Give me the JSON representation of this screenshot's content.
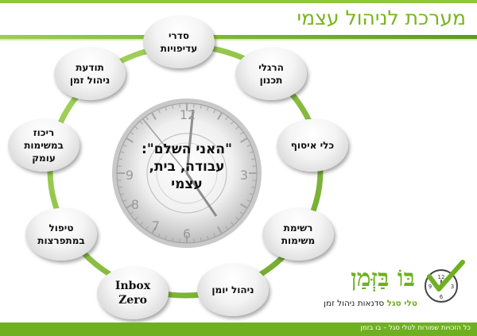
{
  "title": "מערכת לניהול עצמי",
  "center": {
    "text": "\"האני השלם\":\nעבודה, בית,\nעצמי",
    "clock_numerals": [
      "12",
      "3",
      "6",
      "9",
      "8",
      "7"
    ]
  },
  "nodes": [
    {
      "id": "n1",
      "label": "סדרי\nעדיפויות"
    },
    {
      "id": "n2",
      "label": "הרגלי\nתכנון"
    },
    {
      "id": "n3",
      "label": "כלי איסוף"
    },
    {
      "id": "n4",
      "label": "רשימת\nמשימות"
    },
    {
      "id": "n5",
      "label": "ניהול יומן"
    },
    {
      "id": "n6",
      "label": "Inbox\nZero"
    },
    {
      "id": "n7",
      "label": "טיפול\nבמתפרצות"
    },
    {
      "id": "n8",
      "label": "ריכוז\nבמשימות\nעומק"
    },
    {
      "id": "n9",
      "label": "תודעת\nניהול זמן"
    }
  ],
  "logo": {
    "main": "בּוֹ בַּזְּמַן",
    "owner": "טלי סגל",
    "tagline": "סדנאות ניהול זמן",
    "clock_numerals": [
      "12",
      "3",
      "6",
      "9"
    ]
  },
  "footer": "כל הזכויות שמורות לטלי סגל – בו בזמן",
  "colors": {
    "accent": "#7ab41e",
    "ring": "#8dc63f",
    "dark_green": "#6fb021"
  }
}
